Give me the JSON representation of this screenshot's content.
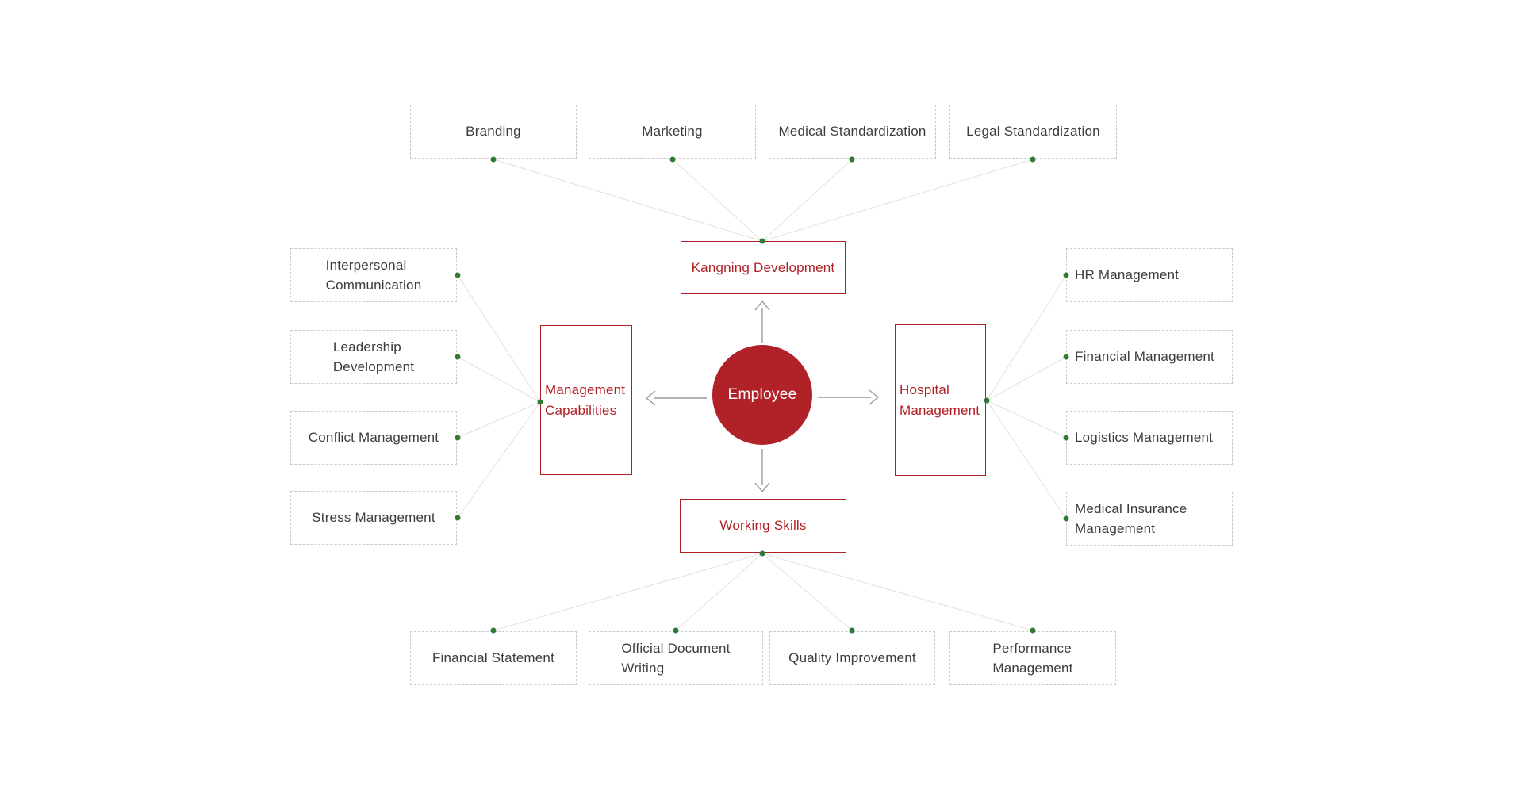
{
  "diagram": {
    "center_node": {
      "label": "Employee"
    },
    "branches": [
      {
        "label": "Kangning Development",
        "position": "top",
        "children": [
          "Branding",
          "Marketing",
          "Medical Standardization",
          "Legal Standardization"
        ]
      },
      {
        "label": "Management\nCapabilities",
        "position": "left",
        "children": [
          "Interpersonal\nCommunication",
          "Leadership\nDevelopment",
          "Conflict Management",
          "Stress Management"
        ]
      },
      {
        "label": "Hospital\nManagement",
        "position": "right",
        "children": [
          "HR Management",
          "Financial Management",
          "Logistics Management",
          "Medical Insurance\nManagement"
        ]
      },
      {
        "label": "Working Skills",
        "position": "bottom",
        "children": [
          "Financial Statement",
          "Official Document\nWriting",
          "Quality Improvement",
          "Performance\nManagement"
        ]
      }
    ],
    "colors": {
      "node_red": "#B01F24",
      "circle_red": "#B12228",
      "dot_green": "#2F7B33",
      "connector_gray": "#E1E1E1",
      "arrow_gray": "#9C9C9C",
      "dashed_border_gray": "#CBCBCB",
      "text_dark": "#3C3C3C"
    }
  }
}
